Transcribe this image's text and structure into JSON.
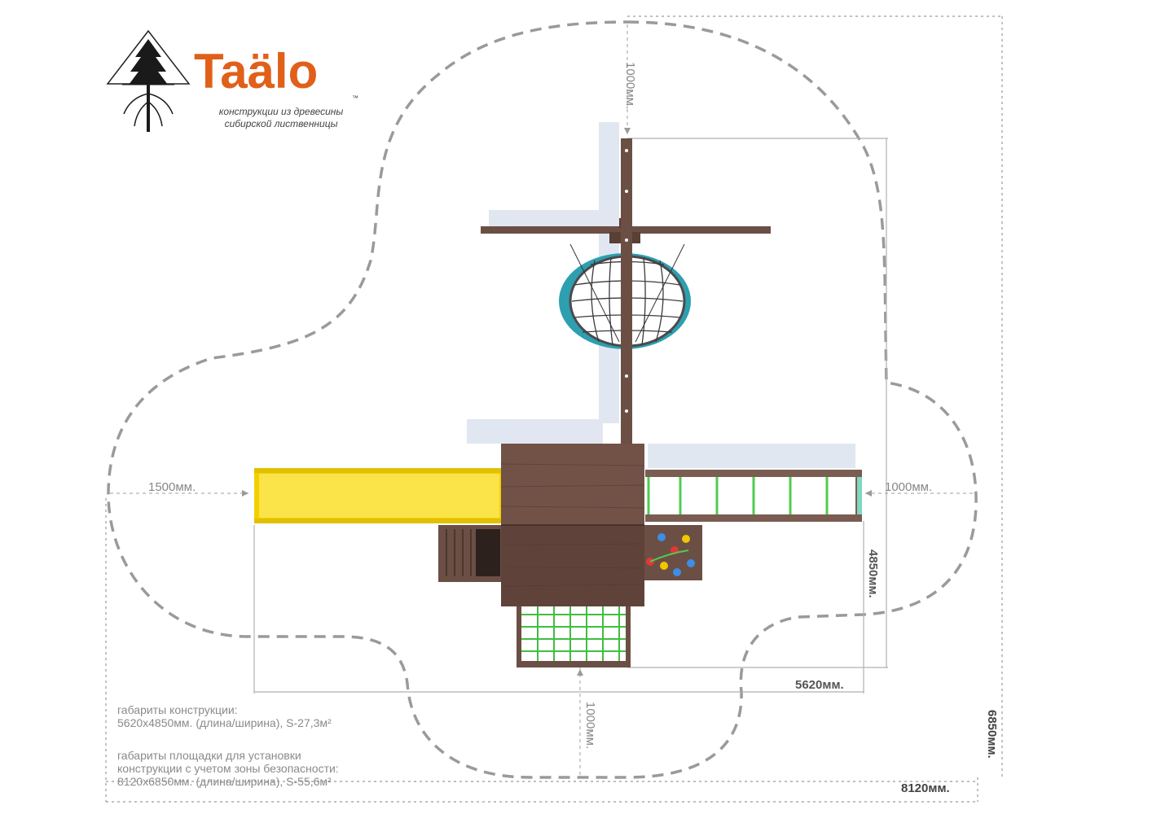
{
  "logo": {
    "name": "Taälo",
    "trademark": "™",
    "tagline_line1": "конструкции из древесины",
    "tagline_line2": "сибирской лиственницы"
  },
  "dimensions": {
    "top_clearance": "1000мм.",
    "left_clearance": "1500мм.",
    "right_clearance": "1000мм.",
    "bottom_clearance": "1000мм.",
    "structure_width": "4850мм.",
    "structure_length": "5620мм.",
    "site_length": "8120мм.",
    "site_width": "6850мм."
  },
  "notes": {
    "structure_title": "габариты конструкции:",
    "structure_value": "5620х4850мм. (длина/ширина), S-27,3м²",
    "site_line1": "габариты площадки для установки",
    "site_line2": "конструкции с учетом зоны безопасности:",
    "site_line3": "8120х6850мм. (длина/ширина), S-55,6м²"
  },
  "colors": {
    "brand_orange": "#e0601a",
    "wood": "#6b4f45",
    "wood_dark": "#5a3f35",
    "slide_yellow": "#f5d800",
    "net_green": "#3fbf3f",
    "dashed_line": "#9a9a9a",
    "dim_line": "#aaaaaa"
  }
}
